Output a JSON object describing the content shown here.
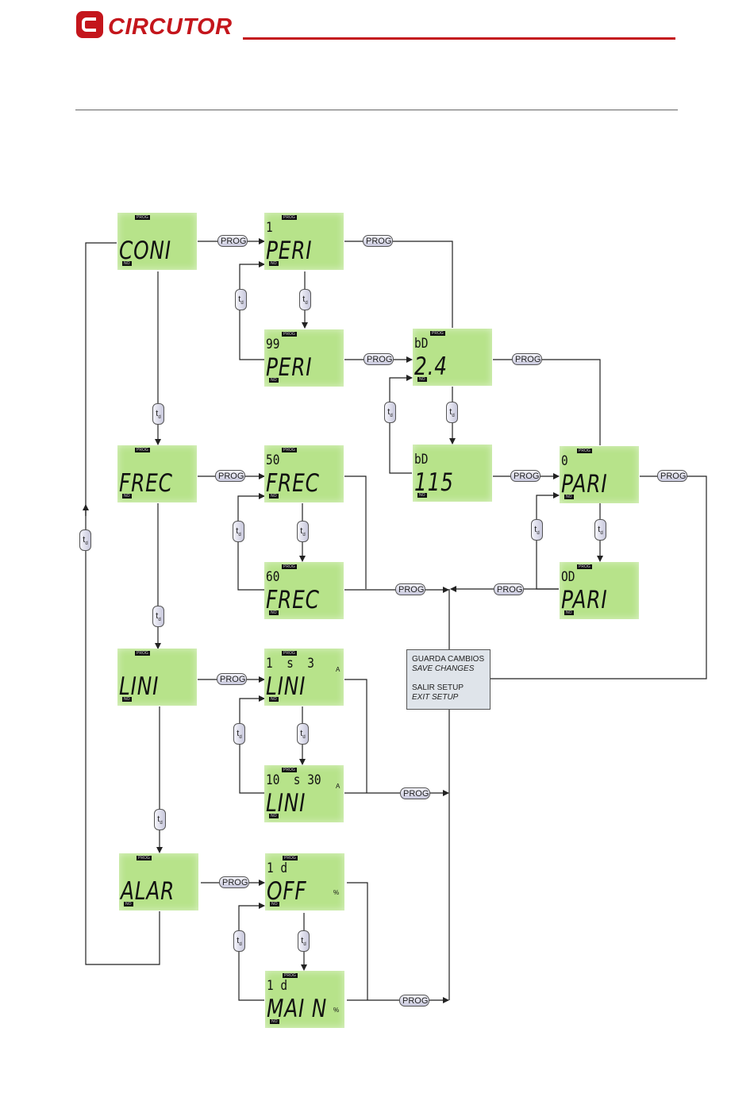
{
  "brand": {
    "name": "CIRCUTOR",
    "color": "#c4161c"
  },
  "colors": {
    "lcd": "#b7e38a",
    "line": "#222222",
    "rule": "#666666"
  },
  "labels": {
    "prog": "PROG",
    "td_main": "t",
    "td_sub": "d"
  },
  "screens": [
    {
      "id": "coni",
      "prog": "PROG",
      "top": "",
      "main": "CONI",
      "unit": "",
      "no": "NO"
    },
    {
      "id": "peri1",
      "prog": "PROG",
      "top": "1",
      "main": "PERI",
      "unit": "",
      "no": "NO"
    },
    {
      "id": "peri99",
      "prog": "PROG",
      "top": "99",
      "main": "PERI",
      "unit": "",
      "no": "NO"
    },
    {
      "id": "bd24",
      "prog": "PROG",
      "top": "bD",
      "main": "2.4",
      "unit": "",
      "no": "NO"
    },
    {
      "id": "bd115",
      "prog": "",
      "top": "bD",
      "main": "115",
      "unit": "",
      "no": "NO"
    },
    {
      "id": "frec",
      "prog": "PROG",
      "top": "",
      "main": "FREC",
      "unit": "",
      "no": "NO"
    },
    {
      "id": "frec50",
      "prog": "PROG",
      "top": "50",
      "main": "FREC",
      "unit": "",
      "no": "NO"
    },
    {
      "id": "frec60",
      "prog": "PROG",
      "top": "60",
      "main": "FREC",
      "unit": "",
      "no": "NO"
    },
    {
      "id": "pari0",
      "prog": "PROG",
      "top": "0",
      "main": "PARI",
      "unit": "",
      "no": "NO"
    },
    {
      "id": "pariod",
      "prog": "PROG",
      "top": "OD",
      "main": "PARI",
      "unit": "",
      "no": "NO"
    },
    {
      "id": "lini",
      "prog": "PROG",
      "top": "",
      "main": "LINI",
      "unit": "",
      "no": "NO"
    },
    {
      "id": "lini1",
      "prog": "PROG",
      "top": "1  s  3",
      "main": "LINI",
      "unit": "A",
      "no": "NO"
    },
    {
      "id": "lini10",
      "prog": "PROG",
      "top": "10  s 30",
      "main": "LINI",
      "unit": "A",
      "no": "NO"
    },
    {
      "id": "alar",
      "prog": "PROG",
      "top": "",
      "main": "ALAR",
      "unit": "",
      "no": "NO"
    },
    {
      "id": "off",
      "prog": "PROG",
      "top": "1 d",
      "main": "OFF",
      "unit": "%",
      "no": "NO"
    },
    {
      "id": "main",
      "prog": "PROG",
      "top": "1 d",
      "main": "MAI N",
      "unit": "%",
      "no": "NO"
    }
  ],
  "note": {
    "line1": "GUARDA CAMBIOS",
    "line2": "SAVE CHANGES",
    "line3": "SALIR SETUP",
    "line4": "EXIT SETUP"
  }
}
